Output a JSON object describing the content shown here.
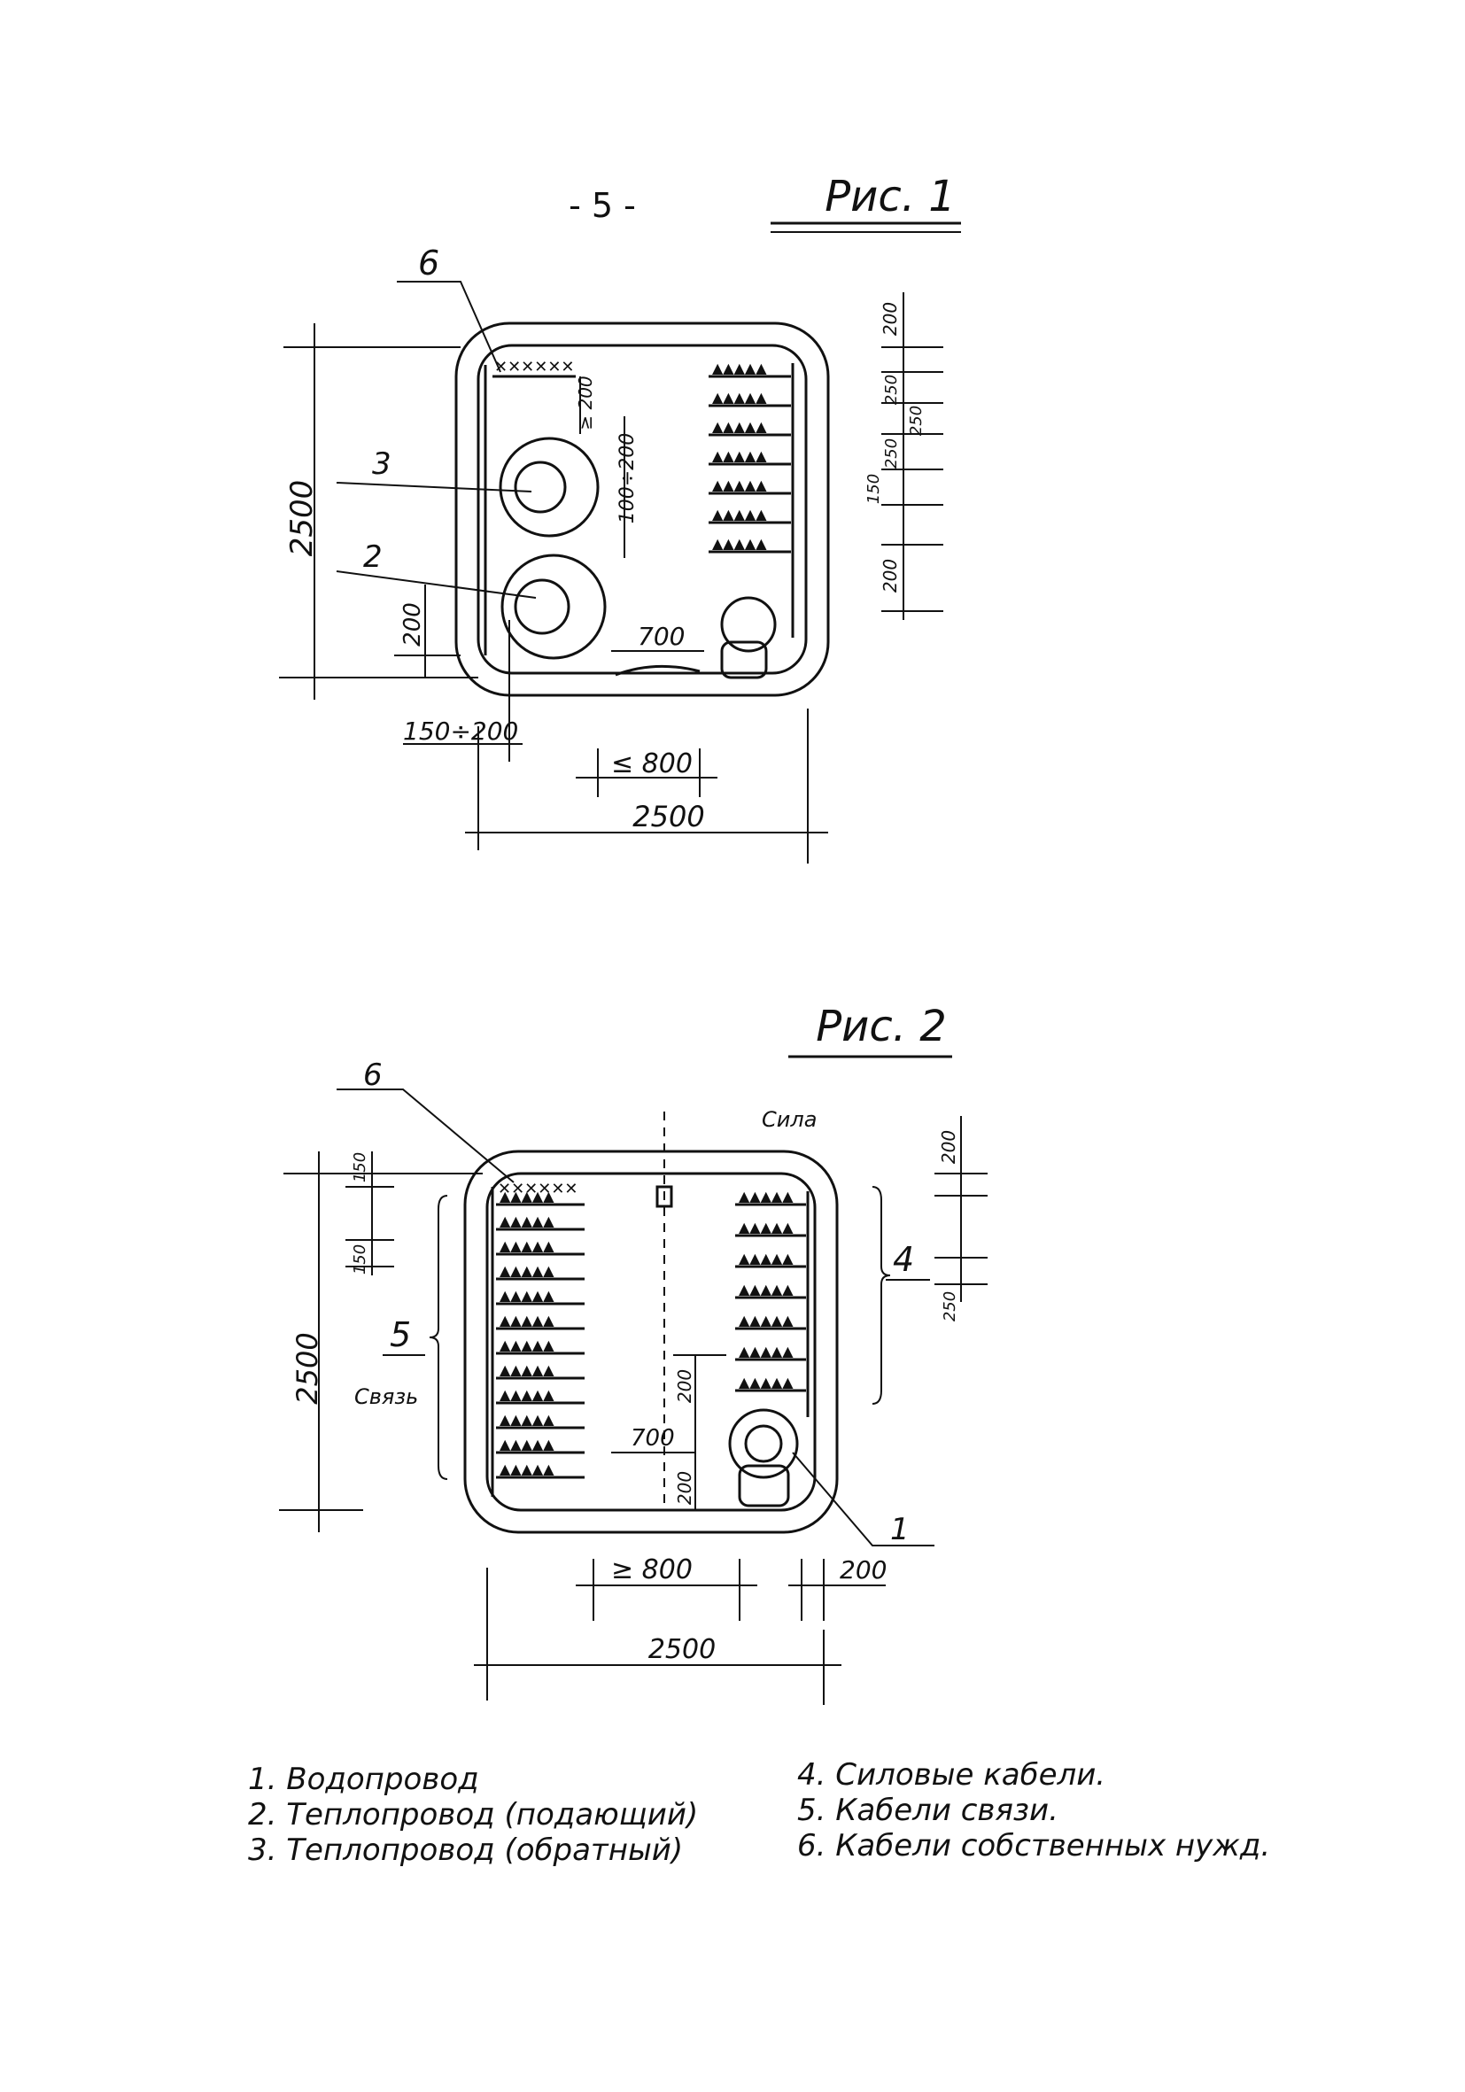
{
  "page_number": "- 5 -",
  "figure1": {
    "caption": "Рис. 1",
    "labels": {
      "cable6": "6",
      "pipe3": "3",
      "pipe2": "2"
    },
    "dims": {
      "height": "2500",
      "width": "2500",
      "width_min": "≤ 800",
      "gap": "150÷200",
      "offset_200": "200",
      "span_700": "700",
      "between": "100÷200",
      "top_small": "≥ 200",
      "r_200_a": "200",
      "r_250_a": "250",
      "r_250_b": "250",
      "r_250_c": "250",
      "r_150": "150",
      "r_200_b": "200"
    }
  },
  "figure2": {
    "caption": "Рис. 2",
    "note": "Сила",
    "labels": {
      "cable6": "6",
      "group5": "5",
      "group5_note": "Связь",
      "group4": "4",
      "pipe1": "1"
    },
    "dims": {
      "height": "2500",
      "width": "2500",
      "width_min": "≥ 800",
      "right_200": "200",
      "l_150_a": "150",
      "l_150_b": "150",
      "r_200": "200",
      "r_250": "250",
      "span_700": "700",
      "v_200_a": "200",
      "v_200_b": "200"
    }
  },
  "legend": {
    "left": [
      "1. Водопровод",
      "2. Теплопровод (подающий)",
      "3. Теплопровод (обратный)"
    ],
    "right": [
      "4. Силовые кабели.",
      "5. Кабели связи.",
      "6. Кабели собственных нужд."
    ]
  }
}
